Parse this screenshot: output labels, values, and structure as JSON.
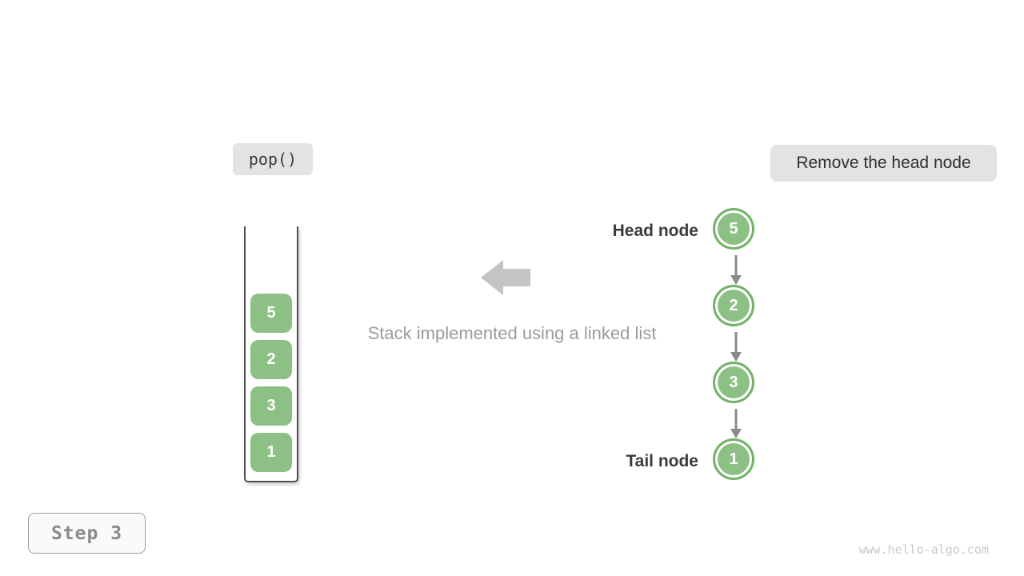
{
  "labels": {
    "operation": "pop()",
    "action": "Remove the head node",
    "caption": "Stack implemented using a linked list",
    "head_label": "Head node",
    "tail_label": "Tail node",
    "step": "Step 3",
    "watermark": "www.hello-algo.com"
  },
  "stack": {
    "items": [
      "5",
      "2",
      "3",
      "1"
    ]
  },
  "linked_list": {
    "nodes": [
      "5",
      "2",
      "3",
      "1"
    ],
    "order": "head-to-tail"
  },
  "icons": {
    "left_block_arrow": "left-block-arrow",
    "down_connector_arrow": "down-arrow"
  },
  "colors": {
    "node_green_fill": "#8dc084",
    "node_green_border": "#76b169",
    "label_box_bg": "#e3e3e3",
    "dark_text": "#3b3b3b",
    "caption_gray": "#9b9b9b",
    "block_arrow_gray": "#c4c4c4",
    "connector_gray": "#8a8a8a",
    "container_border": "#4f4f4f",
    "step_text": "#8a8a8a",
    "watermark_gray": "#c9c9c9"
  }
}
